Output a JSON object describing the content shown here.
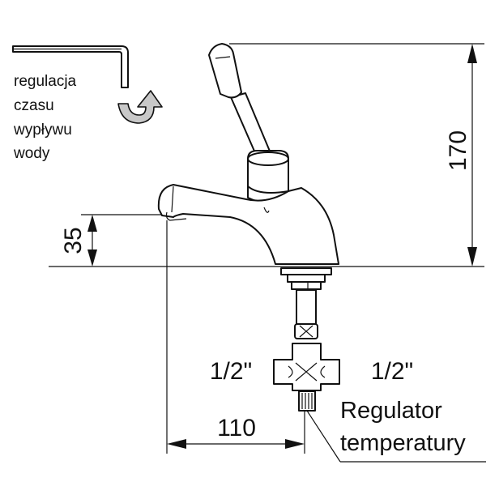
{
  "note": {
    "lines": [
      "regulacja",
      "czasu",
      "wypływu",
      "wody"
    ]
  },
  "dimensions": {
    "height_total": "170",
    "spout_height": "35",
    "spout_reach": "110"
  },
  "connections": {
    "left_thread": "1/2\"",
    "right_thread": "1/2\""
  },
  "regulator": {
    "line1": "Regulator",
    "line2": "temperatury"
  }
}
